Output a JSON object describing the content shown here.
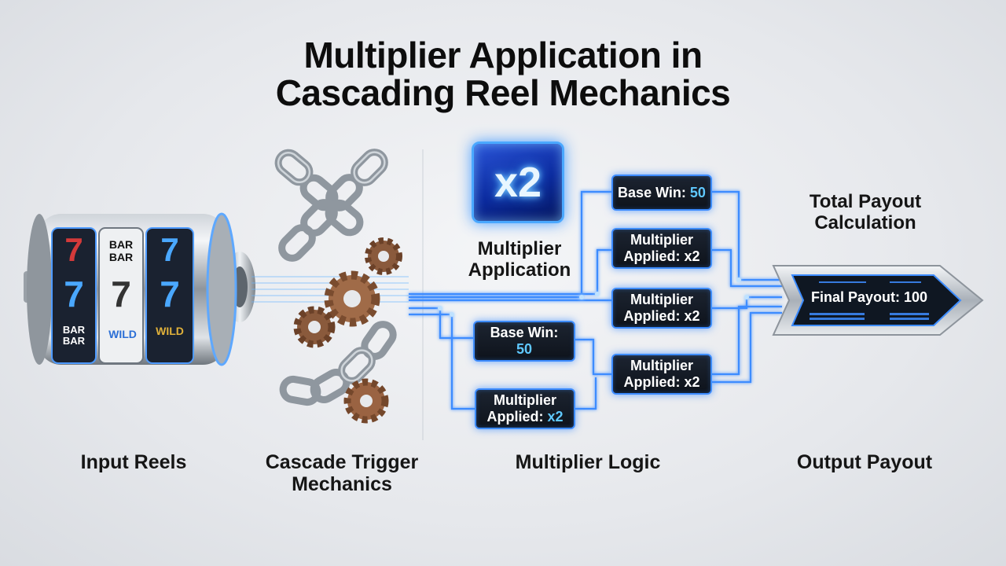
{
  "title": {
    "line1": "Multiplier Application in",
    "line2": "Cascading Reel Mechanics"
  },
  "stages": {
    "input": "Input Reels",
    "cascade_line1": "Cascade Trigger",
    "cascade_line2": "Mechanics",
    "logic": "Multiplier Logic",
    "output": "Output Payout"
  },
  "badge": {
    "text": "x2"
  },
  "multiplier_application": {
    "line1": "Multiplier",
    "line2": "Application"
  },
  "total_payout": {
    "line1": "Total Payout",
    "line2": "Calculation"
  },
  "reels": {
    "symbols": [
      "7",
      "BAR",
      "7",
      "7",
      "7",
      "7",
      "BAR",
      "WILD",
      "WILD"
    ]
  },
  "boxes": {
    "base_win_top": {
      "label": "Base Win: ",
      "value": "50"
    },
    "mult_1": {
      "line1": "Multiplier",
      "line2": "Applied: x2"
    },
    "mult_2": {
      "line1": "Multiplier",
      "line2": "Applied: x2"
    },
    "mult_3": {
      "line1": "Multiplier",
      "line2": "Applied: x2"
    },
    "base_win_left": {
      "line1": "Base Win:",
      "value": "50"
    },
    "mult_left": {
      "line1": "Multiplier",
      "line2": "Applied: ",
      "value": "x2"
    }
  },
  "final_payout": {
    "label": "Final Payout: ",
    "value": "100"
  },
  "colors": {
    "glow_blue": "#3d8cff",
    "value_cyan": "#5fc8ff",
    "box_dark": "#0e131b",
    "gear_bronze": "#8a5a3c",
    "chain_steel": "#9aa2ac"
  }
}
